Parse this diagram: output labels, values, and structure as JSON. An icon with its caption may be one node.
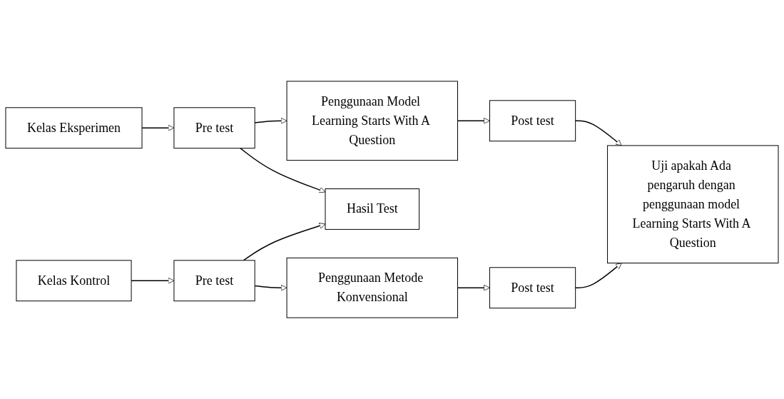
{
  "diagram": {
    "nodes": [
      {
        "text": [
          "Kelas Eksperimen"
        ]
      },
      {
        "text": [
          "Pre test"
        ]
      },
      {
        "text": [
          "Penggunaan Model Learning Starts With A Question"
        ]
      },
      {
        "text": [
          "Post test"
        ]
      },
      {
        "text": [
          "Hasil Test"
        ]
      },
      {
        "text": [
          "Uji apakah Ada pengaruh dengan penggunaan model Learning Starts With A Question"
        ]
      },
      {
        "text": [
          "Kelas Kontrol"
        ]
      },
      {
        "text": [
          "Pre test"
        ]
      },
      {
        "text": [
          "Penggunaan Metode Konvensional"
        ]
      },
      {
        "text": [
          "Post test"
        ]
      }
    ],
    "edges": [
      {
        "from": 0,
        "to": 1,
        "arrow": "to"
      },
      {
        "from": 1,
        "to": 2,
        "arrow": "to"
      },
      {
        "from": 2,
        "to": 3,
        "arrow": "to"
      },
      {
        "from": 1,
        "to": 4,
        "arrow": "to"
      },
      {
        "from": 3,
        "to": 5,
        "arrow": "to"
      },
      {
        "from": 6,
        "to": 7,
        "arrow": "to"
      },
      {
        "from": 7,
        "to": 4,
        "arrow": "to"
      },
      {
        "from": 7,
        "to": 8,
        "arrow": "to"
      },
      {
        "from": 8,
        "to": 9,
        "arrow": "to"
      },
      {
        "from": 9,
        "to": 5,
        "arrow": "to"
      }
    ]
  }
}
